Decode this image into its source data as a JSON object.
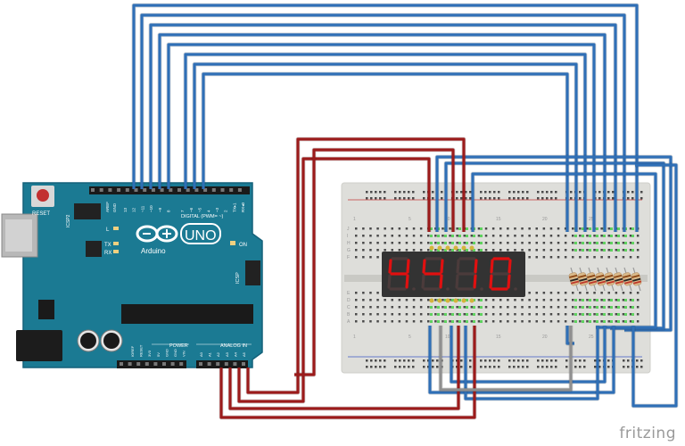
{
  "watermark": "fritzing",
  "arduino": {
    "reset_label": "RESET",
    "icsp2_label": "ICSP2",
    "icsp_label": "ICSP",
    "aref_label": "AREF",
    "gnd_label": "GND",
    "digital_pins": [
      "13",
      "12",
      "~11",
      "~10",
      "~9",
      "8",
      "7",
      "~6",
      "~5",
      "4",
      "~3",
      "2",
      "TX▸1",
      "RX◂0"
    ],
    "digital_label": "DIGITAL (PWM= ~)",
    "l_label": "L",
    "tx_label": "TX",
    "rx_label": "RX",
    "on_label": "ON",
    "uno_label": "UNO",
    "brand_label": "Arduino",
    "power_label": "POWER",
    "analog_label": "ANALOG IN",
    "power_pins": [
      "IOREF",
      "RESET",
      "3V3",
      "5V",
      "GND",
      "GND",
      "VIN"
    ],
    "analog_pins": [
      "A0",
      "A1",
      "A2",
      "A3",
      "A4",
      "A5"
    ]
  },
  "breadboard": {
    "column_numbers": [
      "1",
      "5",
      "10",
      "15",
      "20",
      "25"
    ],
    "row_letters_top": [
      "J",
      "I",
      "H",
      "G",
      "F"
    ],
    "row_letters_bottom": [
      "E",
      "D",
      "C",
      "B",
      "A"
    ]
  },
  "display": {
    "digits": "4 4 1 0",
    "digit_count": 4,
    "segment_color": "#e01010"
  },
  "resistors": {
    "count": 8
  },
  "colors": {
    "wire_blue": "#2f6fb6",
    "wire_red": "#9b1b1b",
    "wire_gray": "#8f8f8f",
    "board": "#1b7a93",
    "breadboard": "#dededa"
  }
}
